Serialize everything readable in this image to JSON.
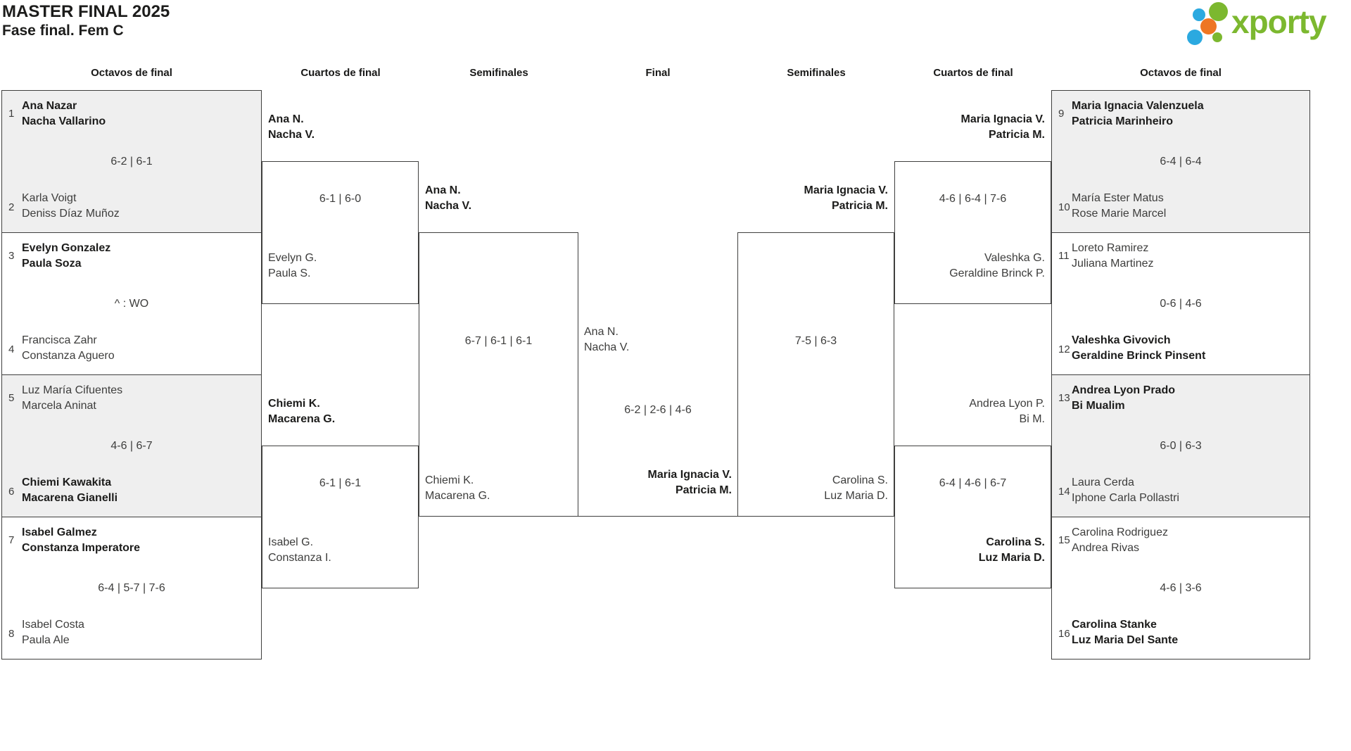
{
  "title": "MASTER FINAL 2025",
  "subtitle": "Fase final. Fem C",
  "logo": {
    "text": "xporty"
  },
  "headers": [
    "Octavos de final",
    "Cuartos de final",
    "Semifinales",
    "Final",
    "Semifinales",
    "Cuartos de final",
    "Octavos de final"
  ],
  "colors": {
    "accent_green": "#7cb82f",
    "accent_blue": "#2ba9e0",
    "accent_orange": "#ee7623",
    "box_shade": "#efefef",
    "line": "#3f3f3e"
  },
  "octavos_left": [
    {
      "seed_top": "1",
      "top_p1": "Ana Nazar",
      "top_p2": "Nacha Vallarino",
      "score": "6-2 | 6-1",
      "seed_bottom": "2",
      "bottom_p1": "Karla Voigt",
      "bottom_p2": "Deniss Díaz Muñoz",
      "winner": "top"
    },
    {
      "seed_top": "3",
      "top_p1": "Evelyn Gonzalez",
      "top_p2": "Paula Soza",
      "score": "^ : WO",
      "seed_bottom": "4",
      "bottom_p1": "Francisca Zahr",
      "bottom_p2": "Constanza Aguero",
      "winner": "top"
    },
    {
      "seed_top": "5",
      "top_p1": "Luz María Cifuentes",
      "top_p2": "Marcela Aninat",
      "score": "4-6 | 6-7",
      "seed_bottom": "6",
      "bottom_p1": "Chiemi Kawakita",
      "bottom_p2": "Macarena Gianelli",
      "winner": "bottom"
    },
    {
      "seed_top": "7",
      "top_p1": "Isabel Galmez",
      "top_p2": "Constanza Imperatore",
      "score": "6-4 | 5-7 | 7-6",
      "seed_bottom": "8",
      "bottom_p1": "Isabel Costa",
      "bottom_p2": "Paula Ale",
      "winner": "top"
    }
  ],
  "octavos_right": [
    {
      "seed_top": "9",
      "top_p1": "Maria Ignacia Valenzuela",
      "top_p2": "Patricia Marinheiro",
      "score": "6-4 | 6-4",
      "seed_bottom": "10",
      "bottom_p1": "María Ester Matus",
      "bottom_p2": "Rose Marie Marcel",
      "winner": "top"
    },
    {
      "seed_top": "11",
      "top_p1": "Loreto Ramirez",
      "top_p2": "Juliana Martinez",
      "score": "0-6 | 4-6",
      "seed_bottom": "12",
      "bottom_p1": "Valeshka Givovich",
      "bottom_p2": "Geraldine Brinck Pinsent",
      "winner": "bottom"
    },
    {
      "seed_top": "13",
      "top_p1": "Andrea Lyon Prado",
      "top_p2": "Bi Mualim",
      "score": "6-0 | 6-3",
      "seed_bottom": "14",
      "bottom_p1": "Laura Cerda",
      "bottom_p2": "Iphone Carla Pollastri",
      "winner": "top"
    },
    {
      "seed_top": "15",
      "top_p1": "Carolina Rodriguez",
      "top_p2": "Andrea Rivas",
      "score": "4-6 | 3-6",
      "seed_bottom": "16",
      "bottom_p1": "Carolina Stanke",
      "bottom_p2": "Luz Maria Del Sante",
      "winner": "bottom"
    }
  ],
  "cuartos_left": [
    {
      "top_p1": "Ana N.",
      "top_p2": "Nacha V.",
      "score": "6-1 | 6-0",
      "bottom_p1": "Evelyn G.",
      "bottom_p2": "Paula S.",
      "winner": "top"
    },
    {
      "top_p1": "Chiemi K.",
      "top_p2": "Macarena G.",
      "score": "6-1 | 6-1",
      "bottom_p1": "Isabel G.",
      "bottom_p2": "Constanza I.",
      "winner": "top"
    }
  ],
  "cuartos_right": [
    {
      "top_p1": "Maria Ignacia V.",
      "top_p2": "Patricia M.",
      "score": "4-6 | 6-4 | 7-6",
      "bottom_p1": "Valeshka G.",
      "bottom_p2": "Geraldine Brinck P.",
      "winner": "top"
    },
    {
      "top_p1": "Andrea Lyon P.",
      "top_p2": "Bi M.",
      "score": "6-4 | 4-6 | 6-7",
      "bottom_p1": "Carolina S.",
      "bottom_p2": "Luz Maria D.",
      "winner": "bottom"
    }
  ],
  "semifinal_left": {
    "top_p1": "Ana N.",
    "top_p2": "Nacha V.",
    "score": "6-7 | 6-1 | 6-1",
    "bottom_p1": "Chiemi K.",
    "bottom_p2": "Macarena G.",
    "winner": "top"
  },
  "semifinal_right": {
    "top_p1": "Maria Ignacia V.",
    "top_p2": "Patricia M.",
    "score": "7-5 | 6-3",
    "bottom_p1": "Carolina S.",
    "bottom_p2": "Luz Maria D.",
    "winner": "top"
  },
  "final": {
    "left_p1": "Ana N.",
    "left_p2": "Nacha V.",
    "score": "6-2 | 2-6 | 4-6",
    "right_p1": "Maria Ignacia V.",
    "right_p2": "Patricia M.",
    "winner": "right"
  }
}
